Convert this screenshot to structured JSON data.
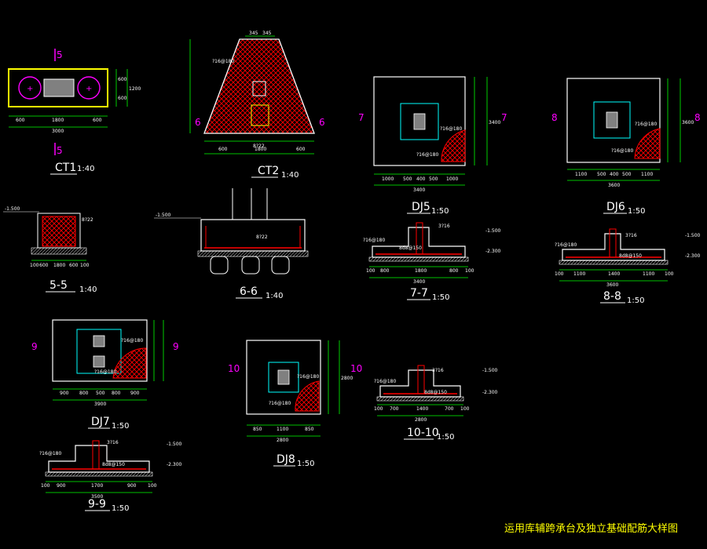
{
  "title": "运用库辅跨承台及独立基础配筋大样图",
  "colors": {
    "bg": "#000000",
    "outline": "#ffffff",
    "dim": "#00ff00",
    "cyan": "#00ffff",
    "rebar": "#ff0000",
    "magenta": "#ff00ff",
    "yellow": "#ffff00",
    "gray": "#808080"
  },
  "labels": {
    "ct1": "CT1",
    "ct1_scale": "1:40",
    "ct2": "CT2",
    "ct2_scale": "1:40",
    "dj5": "DJ5",
    "dj5_scale": "1:50",
    "dj6": "DJ6",
    "dj6_scale": "1:50",
    "dj7": "DJ7",
    "dj7_scale": "1:50",
    "dj8": "DJ8",
    "dj8_scale": "1:50",
    "s55": "5-5",
    "s55_scale": "1:40",
    "s66": "6-6",
    "s66_scale": "1:40",
    "s77": "7-7",
    "s77_scale": "1:50",
    "s88": "8-8",
    "s88_scale": "1:50",
    "s99": "9-9",
    "s99_scale": "1:50",
    "s1010": "10-10",
    "s1010_scale": "1:50"
  },
  "section_marks": {
    "m5": "5",
    "m6": "6",
    "m7": "7",
    "m8": "8",
    "m9": "9",
    "m10": "10"
  },
  "dims": {
    "ct1_b1": "600",
    "ct1_b2": "1800",
    "ct1_b3": "600",
    "ct1_total": "3000",
    "ct1_r1": "600",
    "ct1_r2": "600",
    "ct1_rt": "1200",
    "ct2_t1": "345",
    "ct2_t2": "345",
    "ct2_b1": "600",
    "ct2_b2": "1800",
    "ct2_b3": "600",
    "dj5_b1": "1000",
    "dj5_b2": "500",
    "dj5_b3": "400",
    "dj5_b4": "500",
    "dj5_b5": "1000",
    "dj5_total": "3400",
    "dj5_rt": "3400",
    "dj6_b1": "1100",
    "dj6_b2": "500",
    "dj6_b3": "400",
    "dj6_b4": "500",
    "dj6_b5": "1100",
    "dj6_total": "3600",
    "dj6_rt": "3600",
    "dj7_b1": "900",
    "dj7_b2": "800",
    "dj7_b3": "500",
    "dj7_b4": "800",
    "dj7_b5": "900",
    "dj7_total": "3900",
    "dj8_b1": "850",
    "dj8_b2": "1100",
    "dj8_b3": "850",
    "dj8_total": "2800",
    "dj8_rt": "2800",
    "s77_b1": "100",
    "s77_b2": "800",
    "s77_b3": "1800",
    "s77_b4": "800",
    "s77_b5": "100",
    "s77_total": "3400",
    "s88_b1": "100",
    "s88_b2": "1100",
    "s88_b3": "1400",
    "s88_b4": "1100",
    "s88_b5": "100",
    "s88_total": "3600",
    "s99_b1": "100",
    "s99_b2": "900",
    "s99_b3": "1700",
    "s99_b4": "900",
    "s99_b5": "100",
    "s99_total": "3500",
    "s1010_b1": "100",
    "s1010_b2": "700",
    "s1010_b3": "1400",
    "s1010_b4": "700",
    "s1010_b5": "100",
    "s1010_total": "2800",
    "s55_b1": "100",
    "s55_b2": "600",
    "s55_b3": "1800",
    "s55_b4": "600",
    "s55_b5": "100",
    "elev1": "-1.500",
    "elev2": "-2.300",
    "s66_elev": "-1.500",
    "s55_elev": "-1.500"
  },
  "notes": {
    "rebar1": "?16@180",
    "rebar2": "?16@180",
    "stirrup": "8d8@150",
    "top": "8?22",
    "legs": "3?16"
  }
}
